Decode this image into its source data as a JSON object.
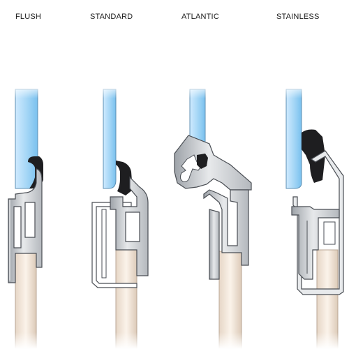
{
  "panels": [
    {
      "id": "flush",
      "label": "FLUSH"
    },
    {
      "id": "standard",
      "label": "STANDARD"
    },
    {
      "id": "atlantic",
      "label": "ATLANTIC"
    },
    {
      "id": "stainless",
      "label": "STAINLESS"
    }
  ],
  "colors": {
    "glass_light": "#d8efff",
    "glass_dark": "#7ec4f0",
    "aluminum_light": "#e4e6e8",
    "aluminum_dark": "#8e9399",
    "outline": "#4a4e54",
    "gasket": "#1e1e20",
    "post_light": "#f6ece2",
    "post_dark": "#d9c7b6",
    "background": "#ffffff"
  }
}
